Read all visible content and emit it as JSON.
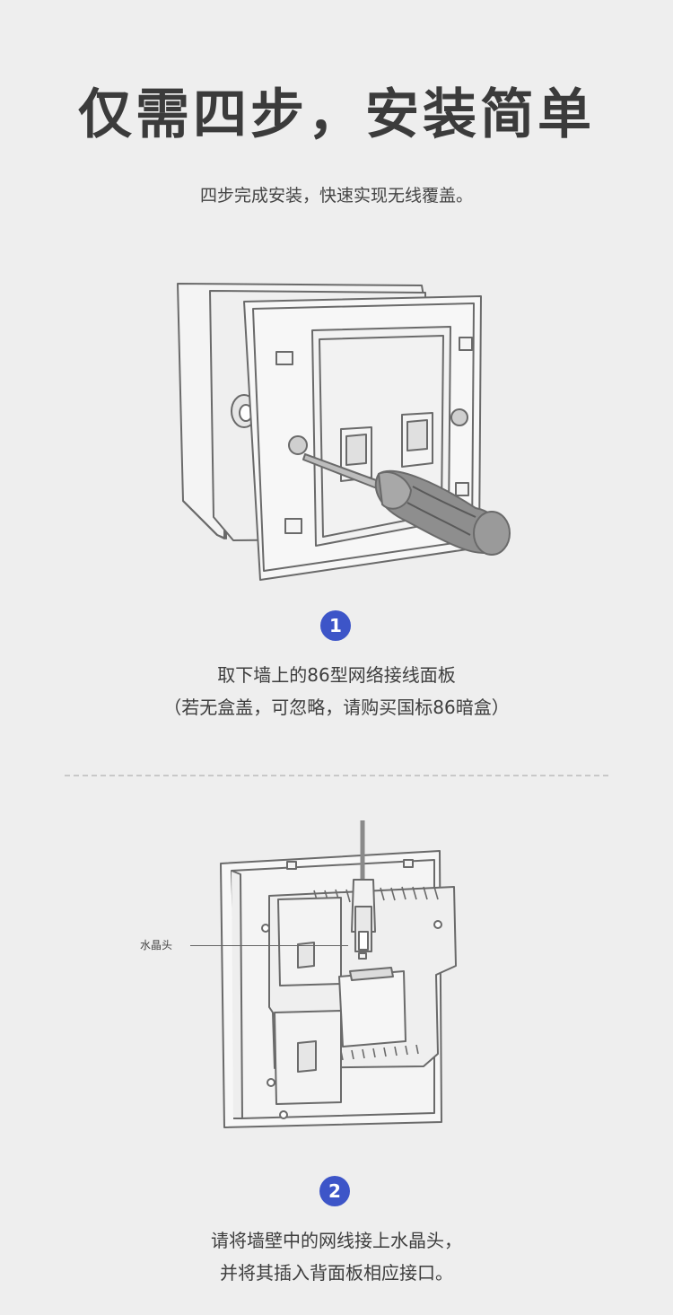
{
  "header": {
    "title": "仅需四步，安装简单",
    "subtitle": "四步完成安装，快速实现无线覆盖。"
  },
  "steps": [
    {
      "number": "1",
      "line1": "取下墙上的86型网络接线面板",
      "line2": "（若无盒盖，可忽略，请购买国标86暗盒）"
    },
    {
      "number": "2",
      "line1": "请将墙壁中的网线接上水晶头，",
      "line2": "并将其插入背面板相应接口。",
      "callout": "水晶头"
    }
  ],
  "colors": {
    "background": "#eeeeee",
    "badge": "#3d55c8",
    "line": "#6a6a6a"
  }
}
